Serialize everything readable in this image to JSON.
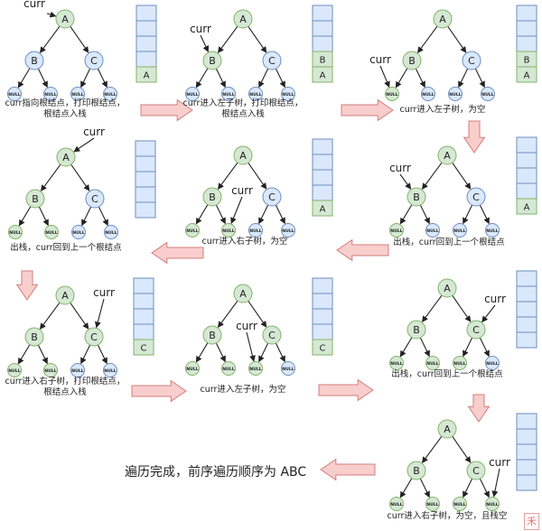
{
  "colors": {
    "green_fill": "#d5e8d4",
    "green_stroke": "#82b366",
    "blue_fill": "#dae8fc",
    "blue_stroke": "#6c8ebf",
    "arrow_fill": "#f8cecc",
    "arrow_stroke": "#d37e7c",
    "edge": "#222222"
  },
  "node_labels": {
    "root": "A",
    "left": "B",
    "right": "C",
    "null": "NULL"
  },
  "pointer_label": "curr",
  "steps": [
    {
      "id": 1,
      "visited": [
        "A"
      ],
      "curr": "A",
      "stack": [
        "A"
      ],
      "caption": [
        "curr指向根结点，打印根结点，",
        "根结点入栈"
      ]
    },
    {
      "id": 2,
      "visited": [
        "A",
        "B"
      ],
      "curr": "B",
      "stack": [
        "A",
        "B"
      ],
      "caption": [
        "curr进入左子树，打印根结点，",
        "根结点入栈"
      ]
    },
    {
      "id": 3,
      "visited": [
        "A",
        "B",
        "BL"
      ],
      "curr": "BL",
      "stack": [
        "A",
        "B"
      ],
      "caption": [
        "curr进入左子树，为空"
      ]
    },
    {
      "id": 4,
      "visited": [
        "A",
        "B",
        "BL"
      ],
      "curr": "B",
      "stack": [
        "A"
      ],
      "caption": [
        "出栈，curr回到上一个根结点"
      ]
    },
    {
      "id": 5,
      "visited": [
        "A",
        "B",
        "BL",
        "BR"
      ],
      "curr": "BR",
      "stack": [
        "A"
      ],
      "caption": [
        "curr进入右子树，为空"
      ]
    },
    {
      "id": 6,
      "visited": [
        "A",
        "B",
        "BL",
        "BR"
      ],
      "curr": "A",
      "stack": [],
      "caption": [
        "出栈，curr回到上一个根结点"
      ]
    },
    {
      "id": 7,
      "visited": [
        "A",
        "B",
        "BL",
        "BR",
        "C"
      ],
      "curr": "C",
      "stack": [
        "C"
      ],
      "caption": [
        "curr进入右子树，打印根结点，",
        "根结点入栈"
      ]
    },
    {
      "id": 8,
      "visited": [
        "A",
        "B",
        "BL",
        "BR",
        "C",
        "CL"
      ],
      "curr": "CL",
      "stack": [
        "C"
      ],
      "caption": [
        "curr进入左子树，为空"
      ]
    },
    {
      "id": 9,
      "visited": [
        "A",
        "B",
        "BL",
        "BR",
        "C",
        "CL"
      ],
      "curr": "C",
      "stack": [],
      "caption": [
        "出栈，curr回到上一个根结点"
      ]
    },
    {
      "id": 10,
      "visited": [
        "A",
        "B",
        "BL",
        "BR",
        "C",
        "CL",
        "CR"
      ],
      "curr": "CR",
      "stack": [],
      "caption": [
        "curr进入右子树，为空，且栈空"
      ]
    }
  ],
  "final_text": "遍历完成，前序遍历顺序为 ABC",
  "stamp_text": "禾",
  "stack_capacity": 5
}
